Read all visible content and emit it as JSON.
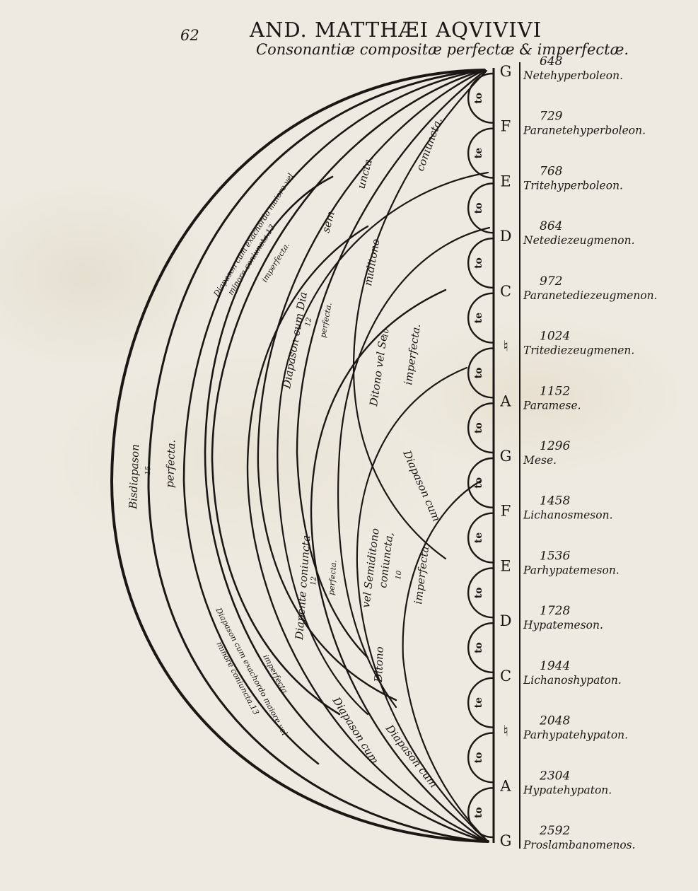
{
  "header": {
    "page_number": "62",
    "running_title": "AND. MATTHÆI AQVIVIVI",
    "subtitle": "Consonantiæ compositæ perfectæ & imperfectæ."
  },
  "scale": [
    {
      "letter": "G",
      "ratio": "648",
      "name": "Netehyperboleon."
    },
    {
      "letter": "F",
      "ratio": "729",
      "name": "Paranetehyperboleon."
    },
    {
      "letter": "E",
      "ratio": "768",
      "name": "Tritehyperboleon."
    },
    {
      "letter": "D",
      "ratio": "864",
      "name": "Netediezeugmenon."
    },
    {
      "letter": "C",
      "ratio": "972",
      "name": "Paranetediezeugmenon."
    },
    {
      "letter": "♮",
      "ratio": "1024",
      "name": "Tritediezeugmenen."
    },
    {
      "letter": "A",
      "ratio": "1152",
      "name": "Paramese."
    },
    {
      "letter": "G",
      "ratio": "1296",
      "name": "Mese."
    },
    {
      "letter": "F",
      "ratio": "1458",
      "name": "Lichanosmeson."
    },
    {
      "letter": "E",
      "ratio": "1536",
      "name": "Parhypatemeson."
    },
    {
      "letter": "D",
      "ratio": "1728",
      "name": "Hypatemeson."
    },
    {
      "letter": "C",
      "ratio": "1944",
      "name": "Lichanoshypaton."
    },
    {
      "letter": "♮",
      "ratio": "2048",
      "name": "Parhypatehypaton."
    },
    {
      "letter": "A",
      "ratio": "2304",
      "name": "Hypatehypaton."
    },
    {
      "letter": "G",
      "ratio": "2592",
      "name": "Proslambanomenos."
    }
  ],
  "intervals": [
    "to",
    "te",
    "to",
    "to",
    "te",
    "to",
    "to",
    "to",
    "te",
    "to",
    "to",
    "te",
    "to",
    "to"
  ],
  "labels": {
    "bisdiapason": "Bisdiapason",
    "bisdiapason_num": "15",
    "bisdiapason_q": "perfecta.",
    "upper_big_1": "Diapason cum exachordo maiore vel",
    "upper_big_2": "minore coniuncta.13",
    "upper_big_3": "imperfecta.",
    "diapason_dia": "Diapason cum Dia",
    "diapason_dia_num": "12",
    "diapason_dia_q": "perfecta.",
    "sem": "sem",
    "uncta": "uncta.",
    "coniuncta": "coniuncta.",
    "miditono": "miditono",
    "ditono_se": "Ditono vel Se",
    "ditono_se_num": "10",
    "ditono_se_q": "imperfecta.",
    "diapason_cum_mid": "Diapason cum",
    "diapente": "Diapente coniuncta",
    "diapente_num": "12",
    "diapente_q": "perfecta.",
    "semiditono": "vel Semiditono",
    "coniuncta_lower": "coniuncta,",
    "semiditono_num": "10",
    "imperfecta_lower": "imperfecta",
    "ditono": "Ditono",
    "lower_big_1": "Diapason cum exachordo maiore vel",
    "lower_big_2": "minore coniuncta.13",
    "lower_big_3": "imperfecta.",
    "lower_mid": "Diapason cum",
    "lower_inner": "Diapason cum"
  }
}
